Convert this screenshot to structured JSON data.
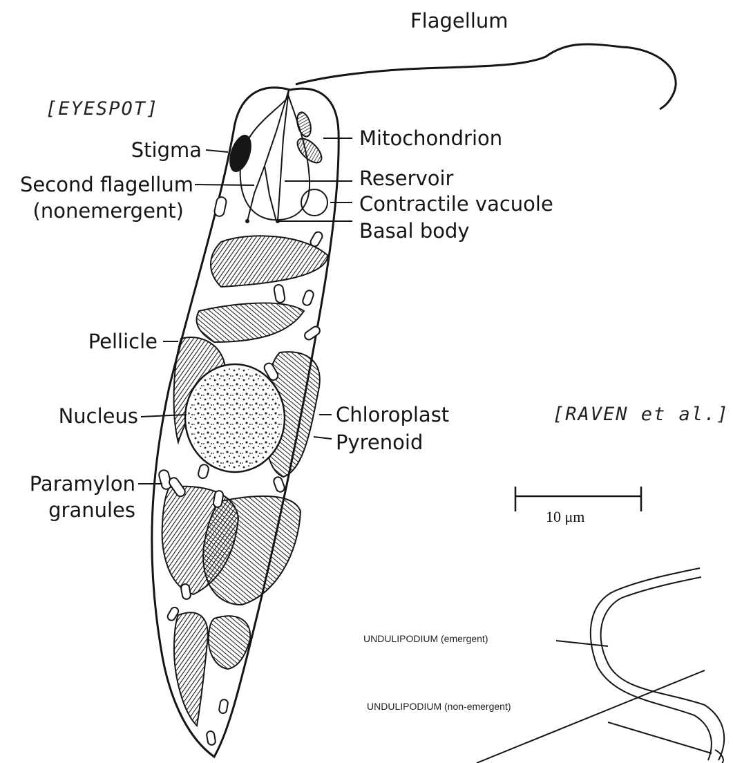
{
  "labels": {
    "flagellum": "Flagellum",
    "eyespot": "[EYESPOT]",
    "stigma": "Stigma",
    "second_flagellum_line1": "Second flagellum",
    "second_flagellum_line2": "(nonemergent)",
    "mitochondrion": "Mitochondrion",
    "reservoir": "Reservoir",
    "contractile_vacuole": "Contractile vacuole",
    "basal_body": "Basal body",
    "pellicle": "Pellicle",
    "nucleus": "Nucleus",
    "chloroplast": "Chloroplast",
    "pyrenoid": "Pyrenoid",
    "paramylon_line1": "Paramylon",
    "paramylon_line2": "granules",
    "raven": "[RAVEN et al.]",
    "scale_bar": "10 μm",
    "undulipodium_emergent": "UNDULIPODIUM (emergent)",
    "undulipodium_nonemergent": "UNDULIPODIUM (non-emergent)"
  },
  "colors": {
    "ink": "#151515",
    "paper": "#ffffff"
  }
}
